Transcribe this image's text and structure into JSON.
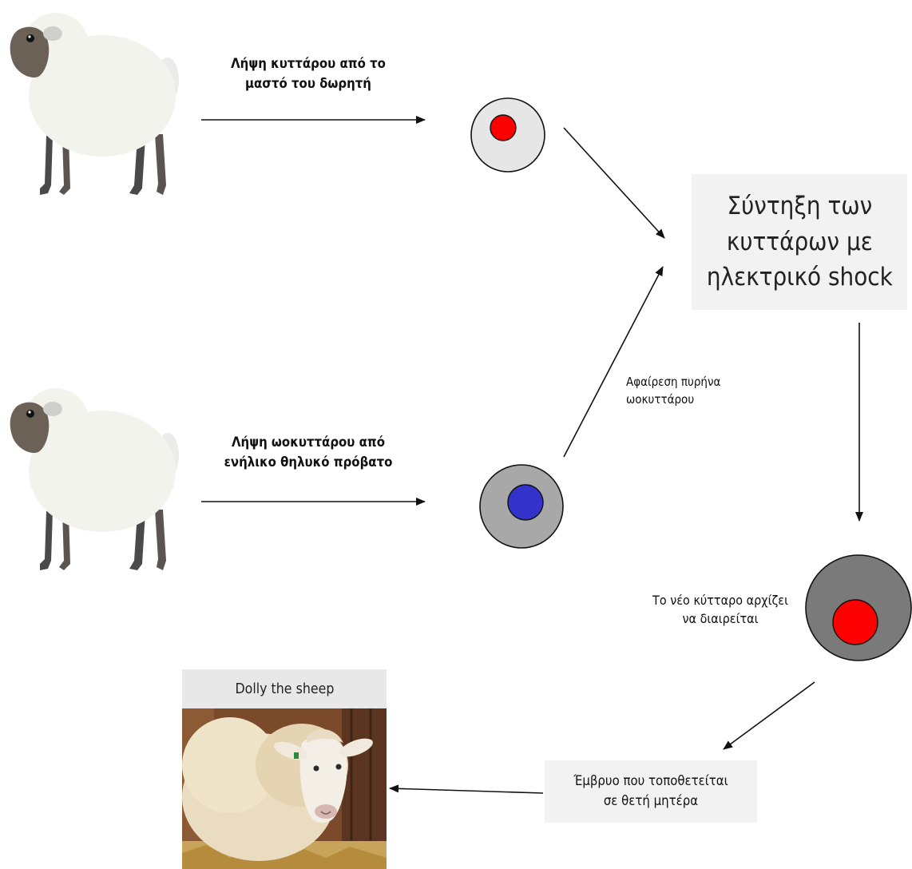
{
  "steps": {
    "donor_label": "Λήψη κυττάρου από το\nμαστό του δωρητή",
    "egg_label": "Λήψη ωοκυττάρου από\nενήλικο θηλυκό πρόβατο",
    "enucleation_label": "Αφαίρεση πυρήνα\nωοκυττάρου",
    "fusion_label": "Σύντηξη των\nκυττάρων με\nηλεκτρικό shock",
    "division_label": "Το νέο κύτταρο αρχίζει\nνα διαιρείται",
    "embryo_label": "Έμβρυο που τοποθετείται\nσε θετή μητέρα"
  },
  "dolly": {
    "caption": "Dolly the sheep"
  },
  "cells": {
    "donor_cell": {
      "cytoplasm": "#e6e6e6",
      "nucleus": "#ff0000"
    },
    "egg_cell": {
      "cytoplasm": "#a8a8a8",
      "nucleus": "#3333cc"
    },
    "new_cell": {
      "cytoplasm": "#7a7a7a",
      "nucleus": "#ff0000"
    }
  },
  "icons": [
    "sheep-icon",
    "cell-icon",
    "arrow-icon"
  ]
}
